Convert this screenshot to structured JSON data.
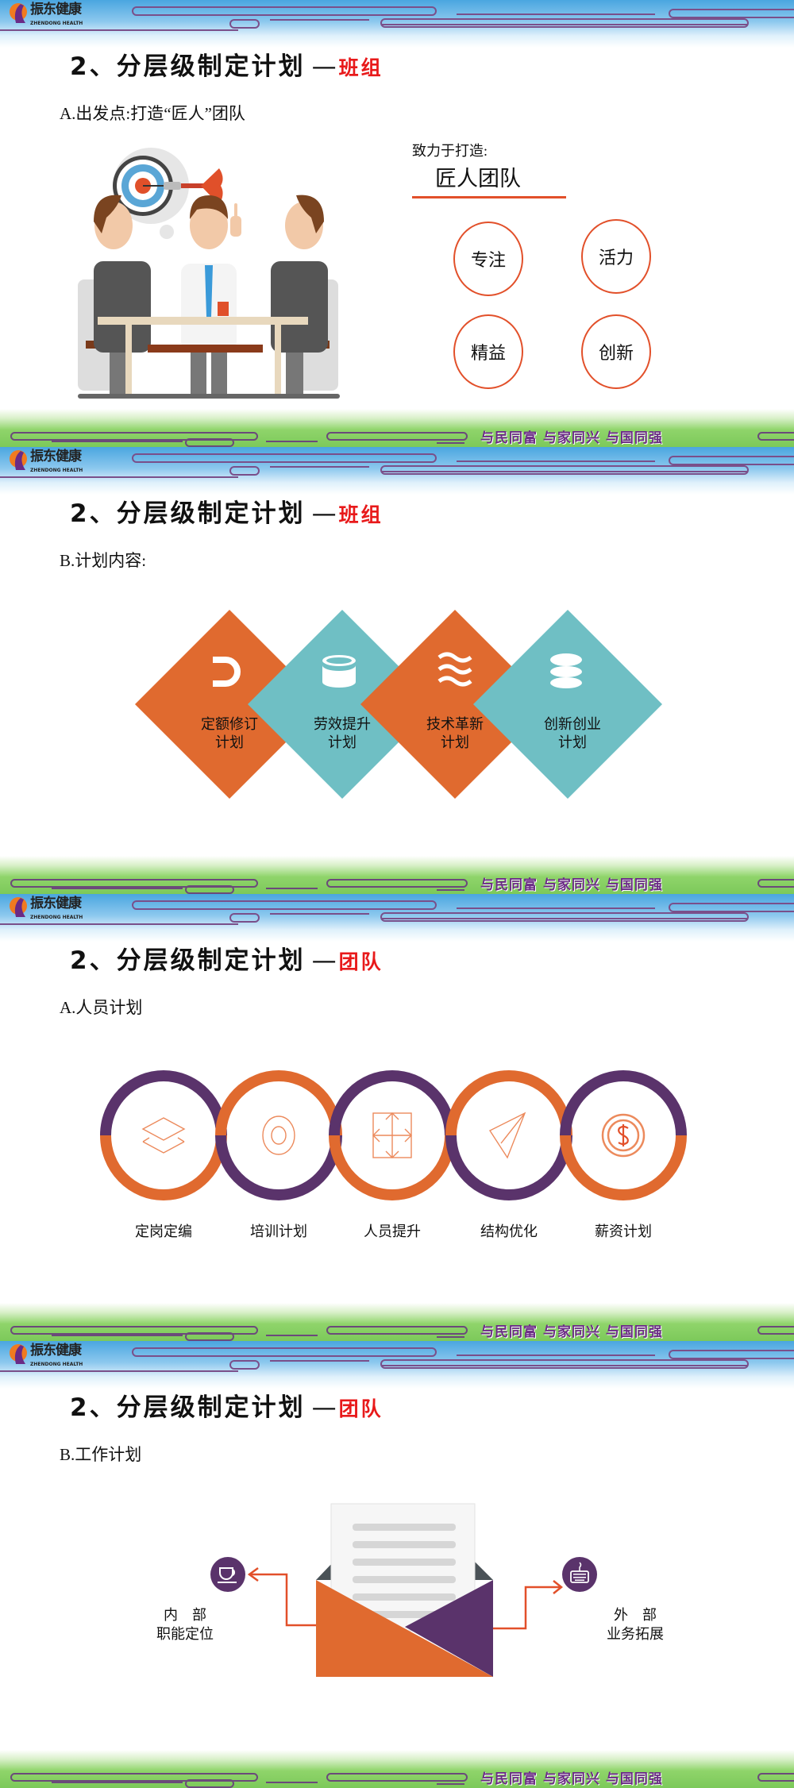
{
  "brand": {
    "name": "振东健康",
    "sub": "ZHENDONG HEALTH",
    "slogan": "与民同富 与家同兴 与国同强"
  },
  "colors": {
    "orange": "#e06a2f",
    "teal": "#6fbfc4",
    "purple": "#5a336b",
    "title_accent": "#e8191a",
    "header_blue": "#4aa6e0",
    "footer_green": "#7cc95a"
  },
  "slides": [
    {
      "title": "2、分层级制定计划",
      "dash": "—",
      "tag": "班组",
      "subtitle": "A.出发点:打造“匠人”团队",
      "lead": "致力于打造:",
      "headline": "匠人团队",
      "values": [
        "专注",
        "活力",
        "精益",
        "创新"
      ],
      "illustration": "three-businessmen-meeting-with-target-icon"
    },
    {
      "title": "2、分层级制定计划",
      "dash": "—",
      "tag": "班组",
      "subtitle": "B.计划内容:",
      "items": [
        {
          "line1": "定额修订",
          "line2": "计划",
          "icon": "magnet-icon",
          "color": "orange"
        },
        {
          "line1": "劳效提升",
          "line2": "计划",
          "icon": "cylinder-icon",
          "color": "teal"
        },
        {
          "line1": "技术革新",
          "line2": "计划",
          "icon": "waves-icon",
          "color": "orange"
        },
        {
          "line1": "创新创业",
          "line2": "计划",
          "icon": "database-icon",
          "color": "teal"
        }
      ]
    },
    {
      "title": "2、分层级制定计划",
      "dash": "—",
      "tag": "团队",
      "subtitle": "A.人员计划",
      "items": [
        {
          "label": "定岗定编",
          "icon": "layers-icon"
        },
        {
          "label": "培训计划",
          "icon": "ring-target-icon"
        },
        {
          "label": "人员提升",
          "icon": "move-arrows-icon"
        },
        {
          "label": "结构优化",
          "icon": "paper-plane-icon"
        },
        {
          "label": "薪资计划",
          "icon": "dollar-coin-icon"
        }
      ]
    },
    {
      "title": "2、分层级制定计划",
      "dash": "—",
      "tag": "团队",
      "subtitle": "B.工作计划",
      "left": {
        "line1": "内　部",
        "line2": "职能定位",
        "icon": "coffee-cup-icon"
      },
      "right": {
        "line1": "外　部",
        "line2": "业务拓展",
        "icon": "keyboard-icon"
      },
      "center_icon": "open-envelope-icon"
    }
  ]
}
